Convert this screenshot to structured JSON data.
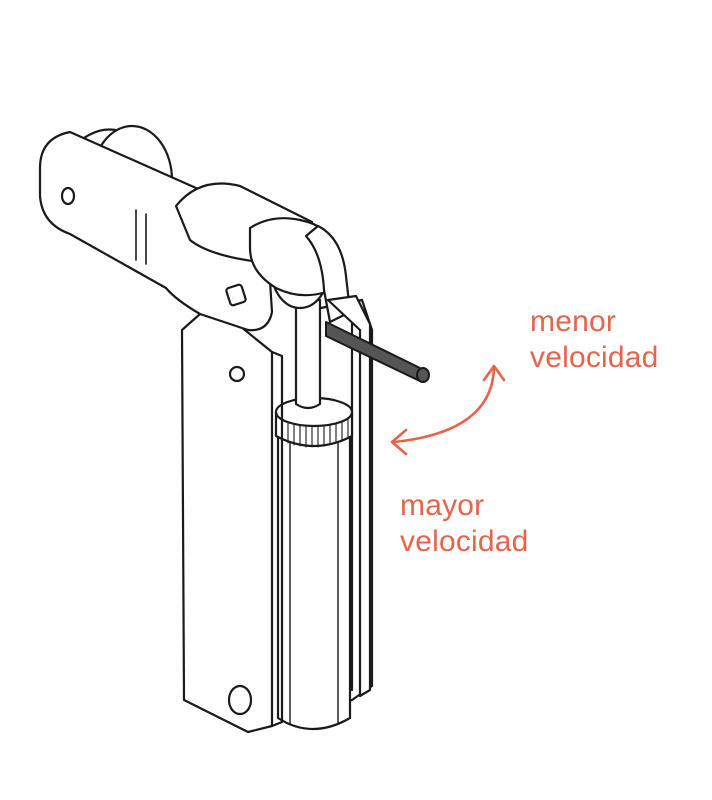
{
  "labels": {
    "slower": {
      "line1": "menor",
      "line2": "velocidad"
    },
    "faster": {
      "line1": "mayor",
      "line2": "velocidad"
    }
  },
  "colors": {
    "accent": "#e8634c",
    "line": "#1a1a1a",
    "pin": "#555555"
  },
  "icons": {
    "arrow": "double-headed-curved-arrow",
    "device": "door-closer-mechanism"
  }
}
